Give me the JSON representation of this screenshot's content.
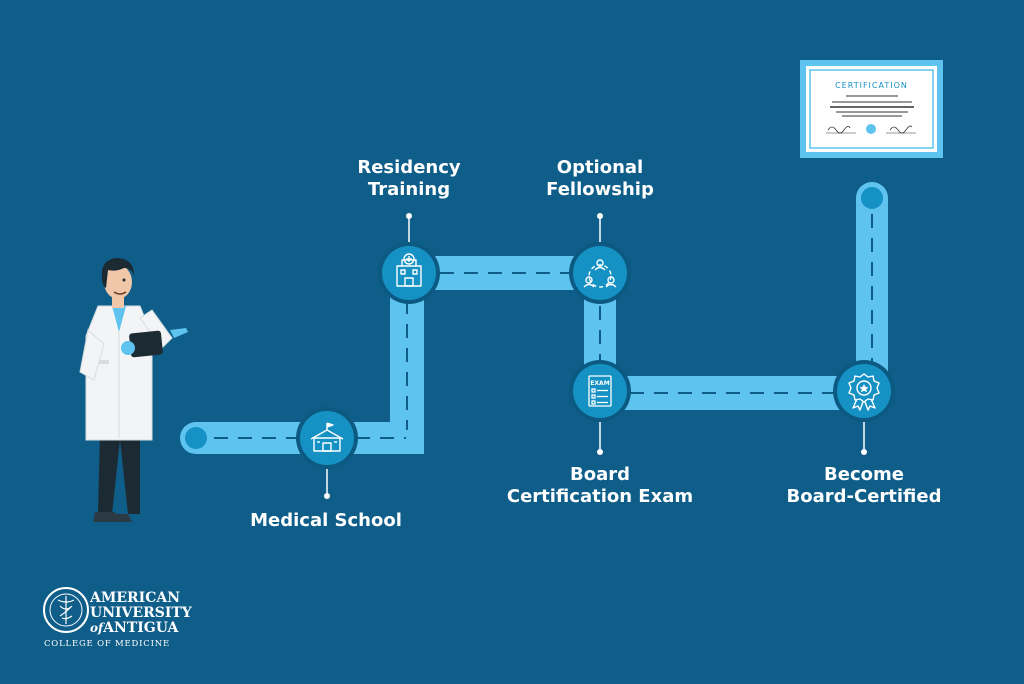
{
  "steps": [
    {
      "id": "medical-school",
      "label_lines": [
        "Medical School"
      ],
      "icon": "school-building-icon"
    },
    {
      "id": "residency",
      "label_lines": [
        "Residency",
        "Training"
      ],
      "icon": "hospital-icon"
    },
    {
      "id": "fellowship",
      "label_lines": [
        "Optional",
        "Fellowship"
      ],
      "icon": "network-people-icon"
    },
    {
      "id": "exam",
      "label_lines": [
        "Board",
        "Certification Exam"
      ],
      "icon": "exam-document-icon"
    },
    {
      "id": "certified",
      "label_lines": [
        "Become",
        "Board-Certified"
      ],
      "icon": "award-badge-icon"
    }
  ],
  "certificate": {
    "title": "CERTIFICATION"
  },
  "logo": {
    "line1": "AMERICAN",
    "line2": "UNIVERSITY",
    "line3_prefix": "of",
    "line3_main": "ANTIGUA",
    "line4": "COLLEGE OF MEDICINE"
  },
  "colors": {
    "background": "#0f5e8a",
    "road": "#5ec4ef",
    "node": "#1591c4",
    "node_ring": "#0c5a82",
    "text": "#ffffff"
  }
}
